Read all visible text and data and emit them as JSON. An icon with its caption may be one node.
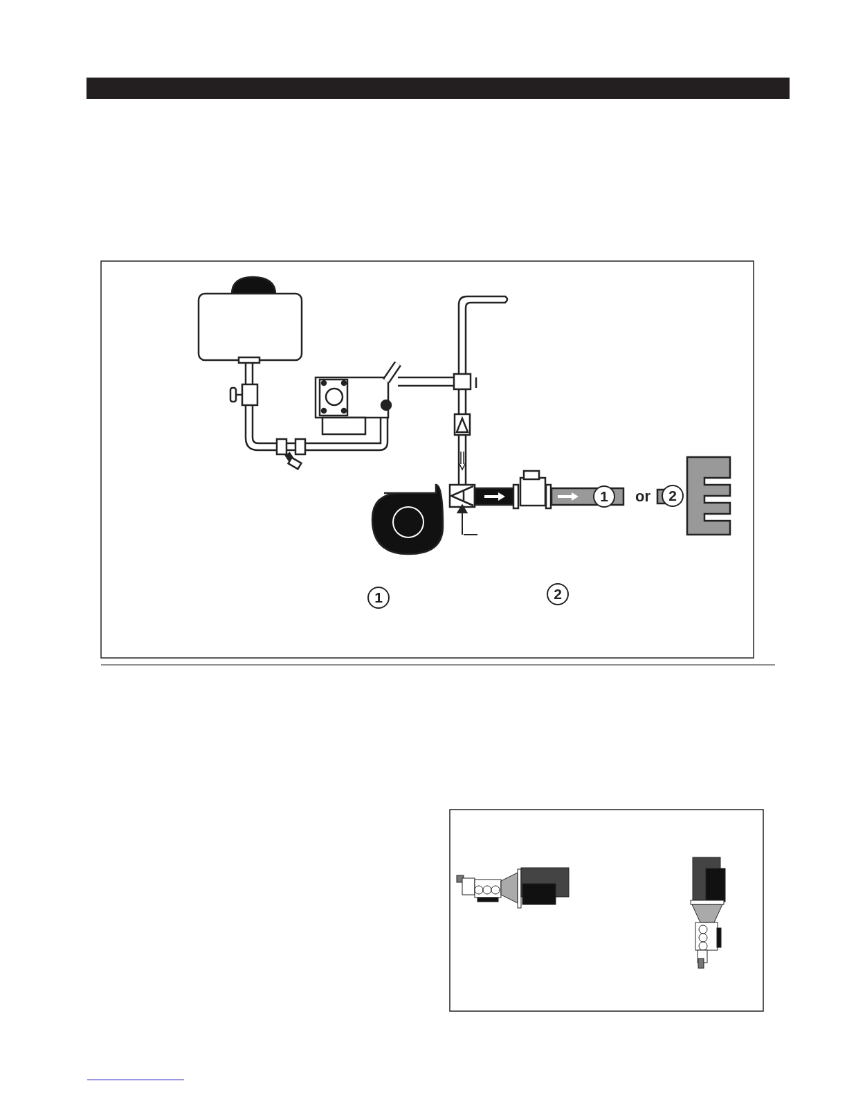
{
  "diagram": {
    "labels": [
      "1",
      "or",
      "2",
      "1",
      "2"
    ]
  }
}
